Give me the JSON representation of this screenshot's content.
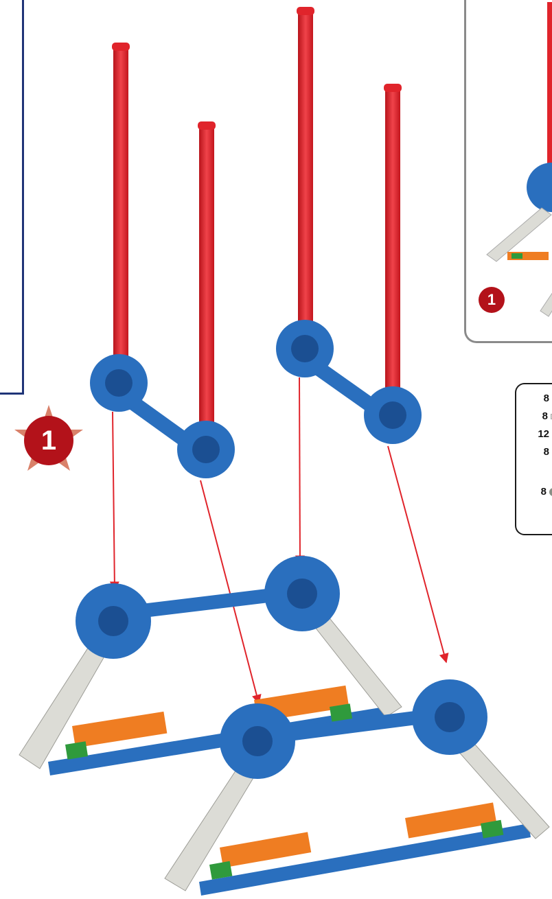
{
  "step": {
    "number": "1"
  },
  "inset": {
    "step_number": "1"
  },
  "parts": [
    {
      "count": "8",
      "color": "#2e9b3a",
      "icon": "green-connector-icon"
    },
    {
      "count": "8",
      "color": "#d7d7d2",
      "icon": "white-connector-icon"
    },
    {
      "count": "12",
      "color": "#2a6fbe",
      "icon": "blue-rod-icon"
    },
    {
      "count": "8",
      "color": "#d42026",
      "icon": "red-rod-icon"
    },
    {
      "count": "8",
      "color": "#8a8f86",
      "icon": "gray-wheel-icon"
    }
  ],
  "colors": {
    "frame": "#1f3477",
    "badge": "#b3121a",
    "rod_red": "#e0242b",
    "rod_blue": "#2a6fbe",
    "connector_orange": "#ef7d22",
    "connector_green": "#2f9a3c",
    "connector_white": "#dcdcd6"
  }
}
